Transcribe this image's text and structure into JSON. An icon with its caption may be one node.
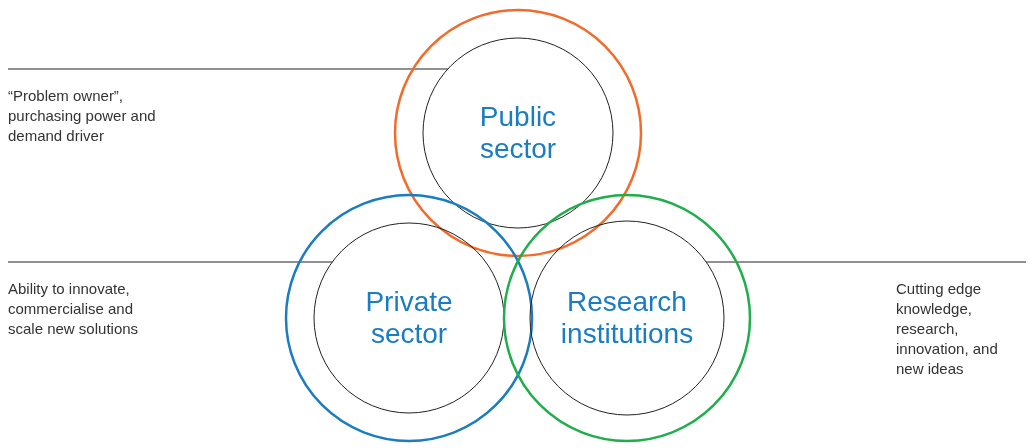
{
  "diagram": {
    "nodes": [
      {
        "text": [],
        "shape": "circle"
      },
      {
        "text": [
          "Public sector"
        ],
        "in": 0
      },
      {
        "text": [],
        "shape": "circle"
      },
      {
        "text": [
          "Private sector"
        ],
        "in": 2
      },
      {
        "text": [],
        "shape": "circle"
      },
      {
        "text": [
          "Research institutions"
        ],
        "in": 4
      },
      {
        "text": [
          "“Problem owner”, purchasing power and demand driver"
        ]
      },
      {
        "text": [
          "Ability to innovate, commercialise and scale new solutions"
        ]
      },
      {
        "text": [
          "Cutting edge knowledge, research, innovation, and new ideas"
        ]
      }
    ],
    "edges": [
      {
        "from": 6,
        "to": 1,
        "arrow": "none"
      },
      {
        "from": 7,
        "to": 3,
        "arrow": "none"
      },
      {
        "from": 8,
        "to": 5,
        "arrow": "none"
      }
    ]
  }
}
